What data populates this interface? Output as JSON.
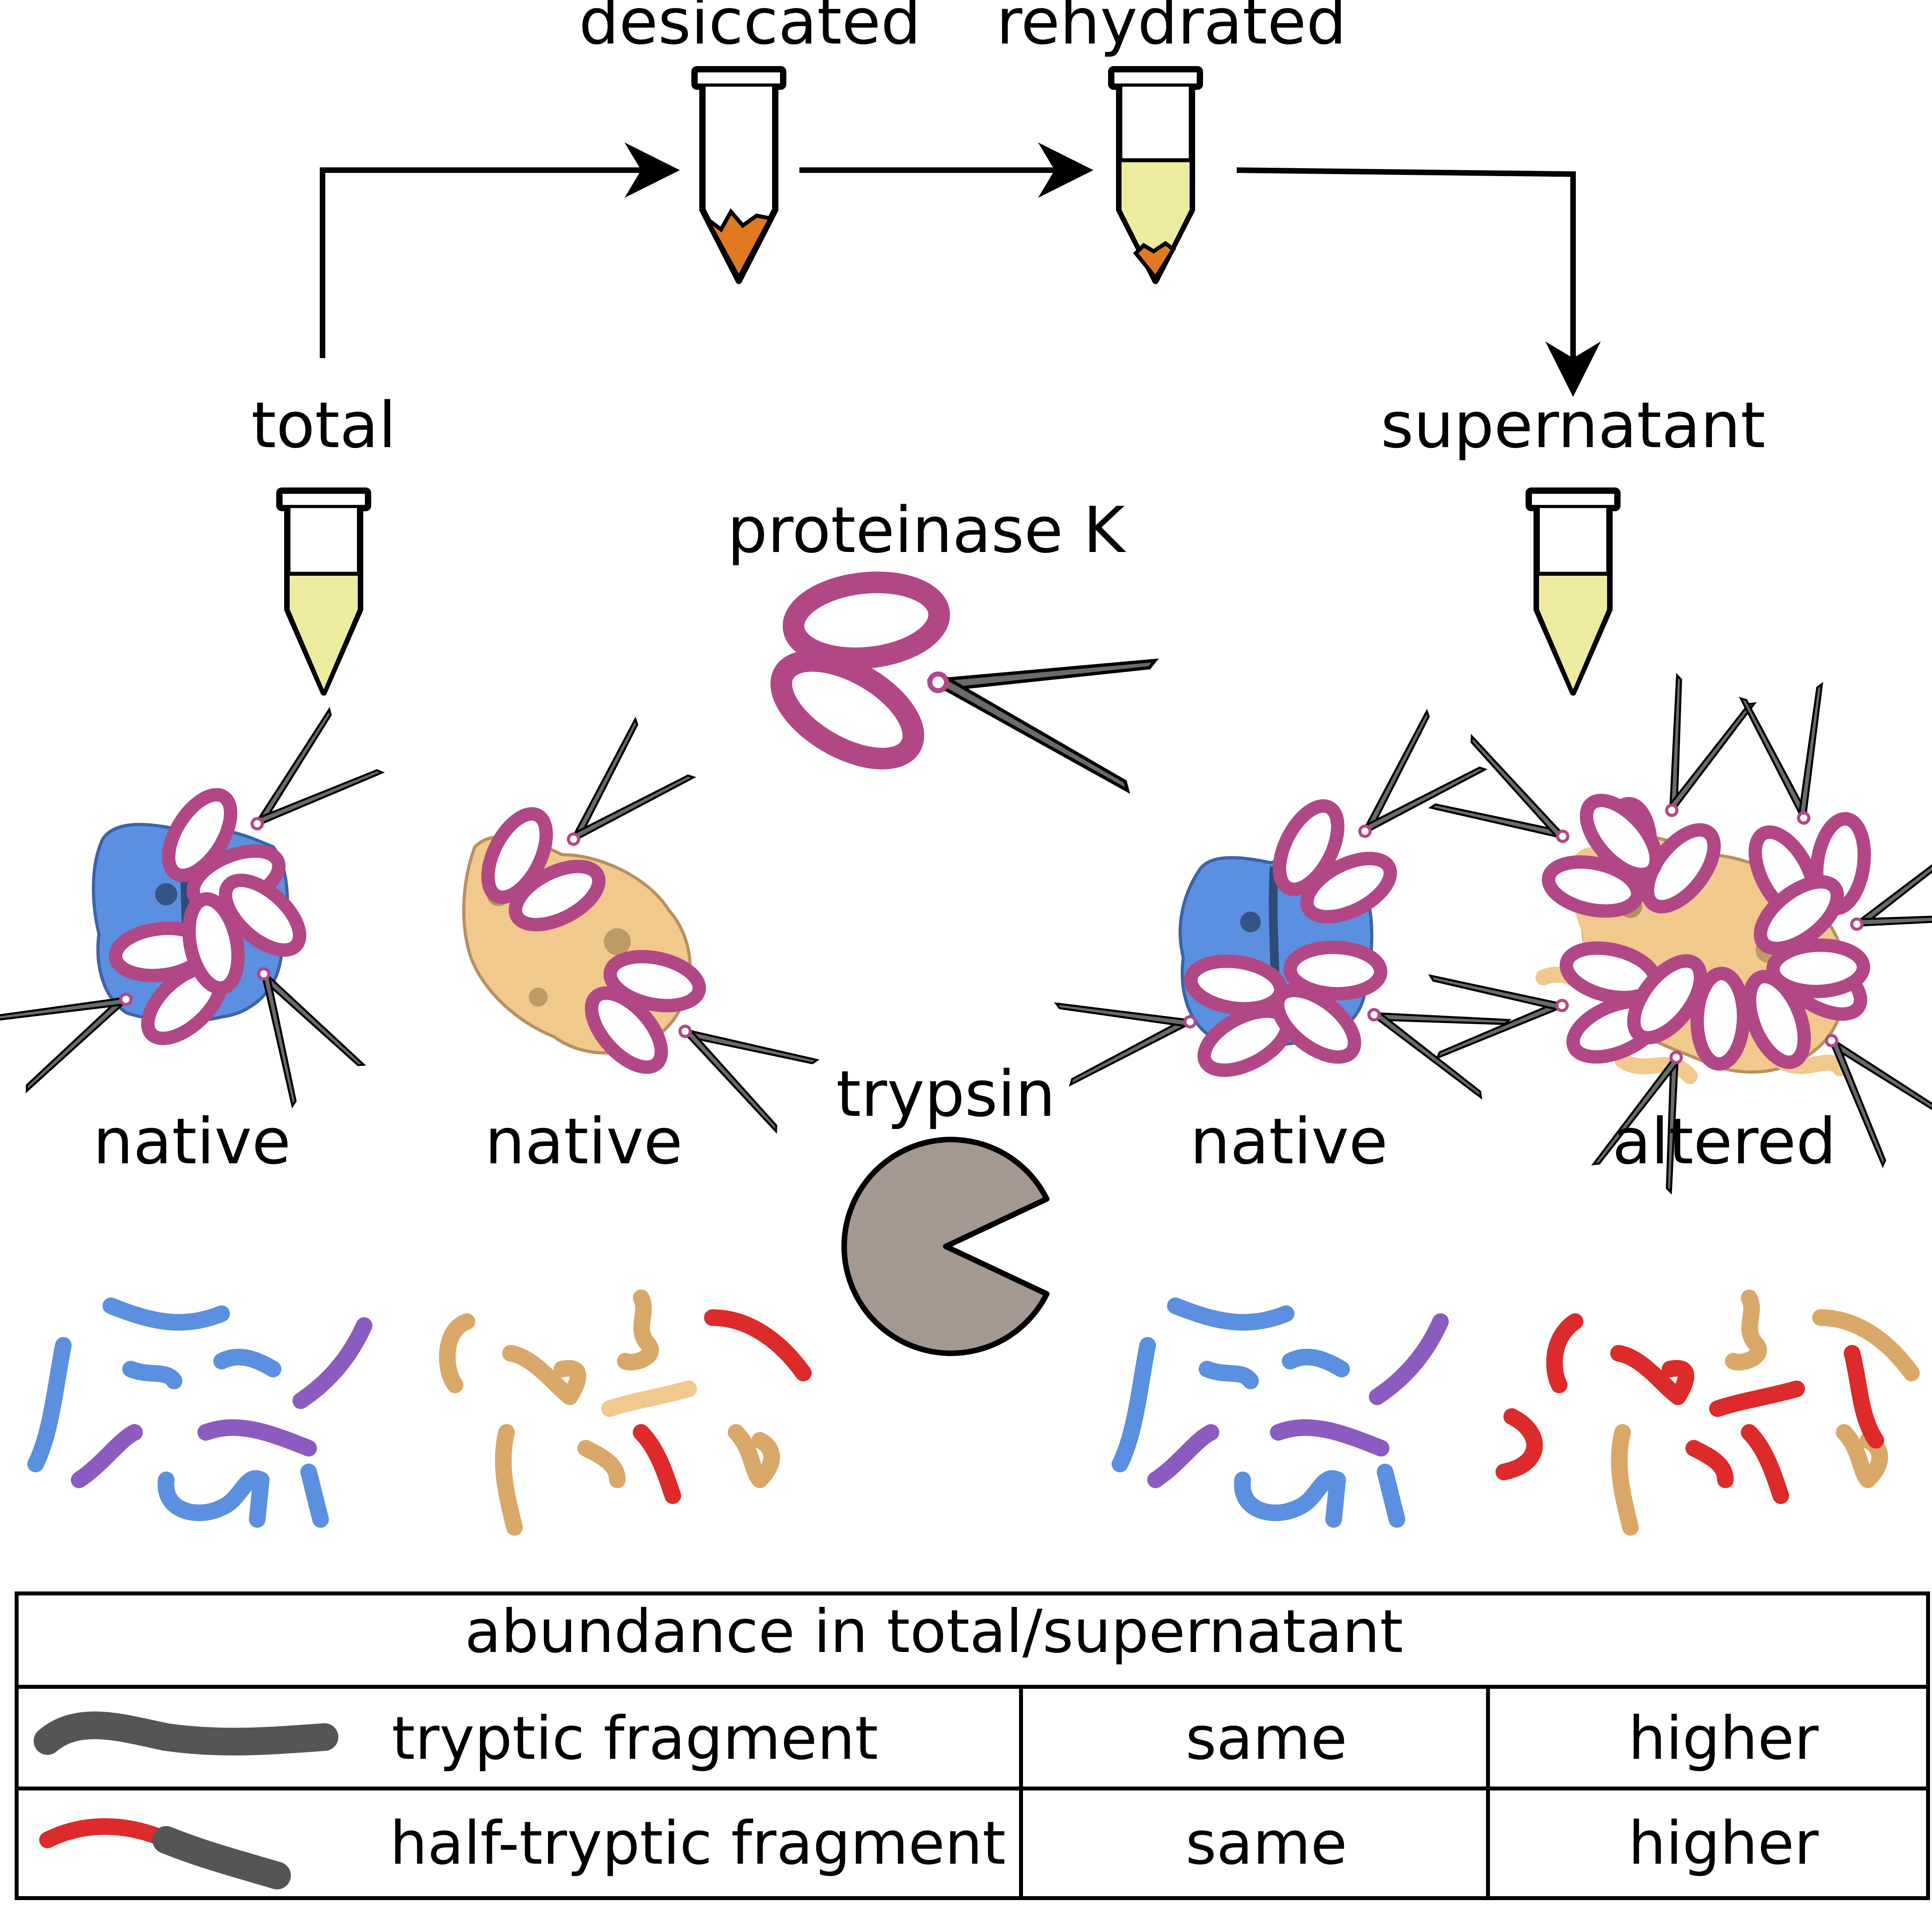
{
  "workflow": {
    "total_label": "total",
    "desiccated_label": "desiccated",
    "rehydrated_label": "rehydrated",
    "supernatant_label": "supernatant"
  },
  "enzymes": {
    "proteinase_label": "proteinase K",
    "trypsin_label": "trypsin"
  },
  "states": {
    "total_blue": "native",
    "total_tan": "native",
    "super_blue": "native",
    "super_tan": "altered"
  },
  "legend": {
    "header": "abundance in total/supernatant",
    "rows": [
      {
        "name": "tryptic fragment",
        "col1": "same",
        "col2": "higher"
      },
      {
        "name": "half-tryptic fragment",
        "col1": "same",
        "col2": "higher"
      }
    ]
  },
  "colors": {
    "blue_protein": "#5b8fe0",
    "tan_protein": "#f2c98c",
    "liquid": "#eeeba0",
    "residue": "#e07a20",
    "scissors_handle": "#b24786",
    "scissors_blade": "#6a6a6a",
    "trypsin": "#a49890",
    "purple_fragment": "#8c5bbf",
    "red_fragment": "#dd2a2a",
    "gray_fragment": "#555555"
  }
}
